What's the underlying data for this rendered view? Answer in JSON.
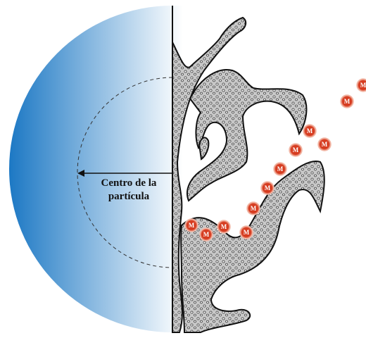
{
  "center_label": {
    "line1": "Centro de la",
    "line2": "partícula"
  },
  "molecule_symbol": "M",
  "molecule_count": 12,
  "colors": {
    "particle_outer": "#1c78c4",
    "particle_inner": "#ffffff",
    "pore_fill": "#c8c8c8",
    "pore_stroke": "#111111",
    "molecule_outer": "#f2b9a8",
    "molecule_inner": "#d63b1f"
  }
}
